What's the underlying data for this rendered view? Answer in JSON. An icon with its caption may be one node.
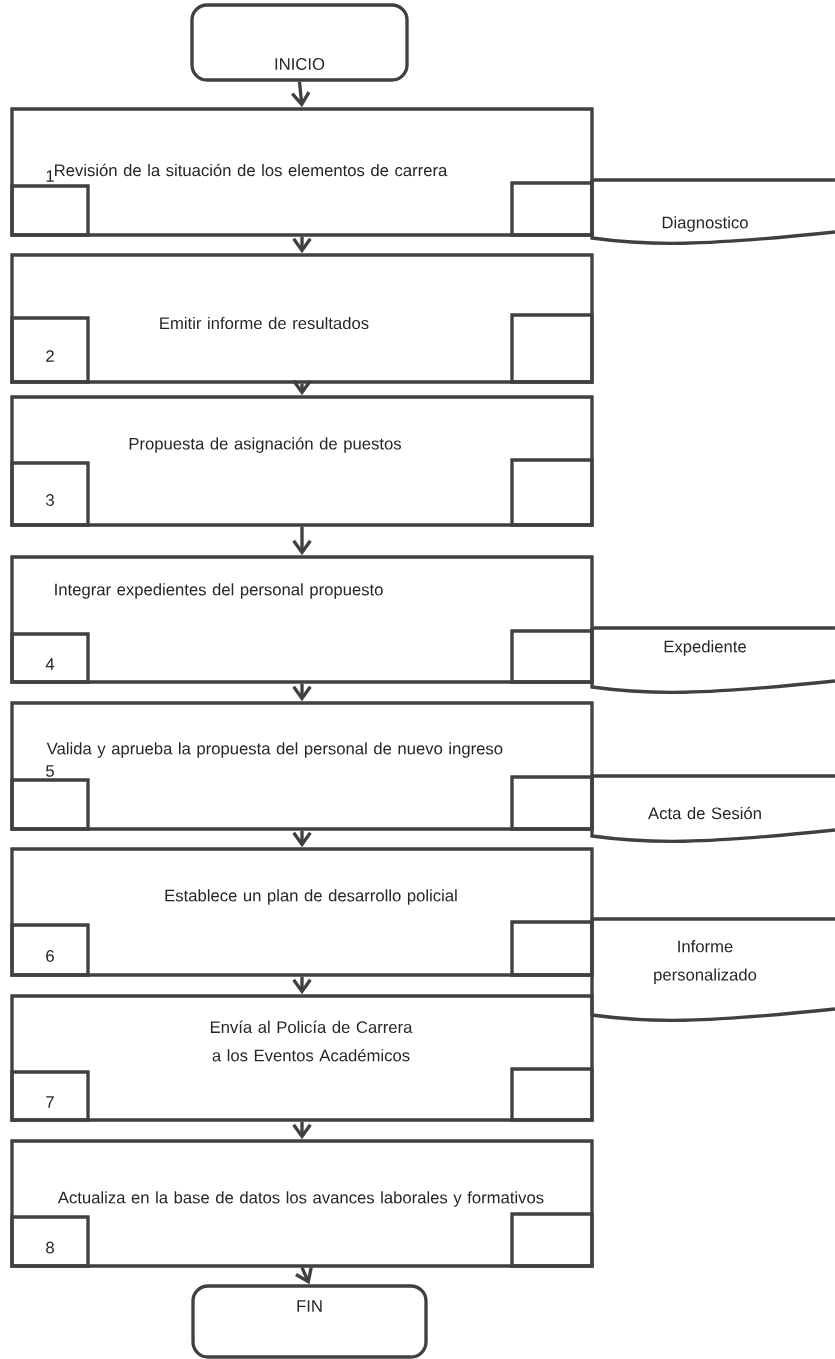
{
  "diagram": {
    "nodes": [
      {
        "text": [
          "INICIO"
        ]
      },
      {
        "text": [
          "Revisión de la situación de los elementos de carrera"
        ]
      },
      {
        "text": [
          "1"
        ],
        "in": 1
      },
      {
        "text": [],
        "shape": "box",
        "in": 1
      },
      {
        "text": [
          "Diagnostico"
        ]
      },
      {
        "text": [
          "Emitir informe de resultados"
        ]
      },
      {
        "text": [
          "2"
        ],
        "in": 5
      },
      {
        "text": [],
        "shape": "box",
        "in": 5
      },
      {
        "text": [
          "Propuesta de asignación de puestos"
        ]
      },
      {
        "text": [
          "3"
        ],
        "in": 8
      },
      {
        "text": [],
        "shape": "box",
        "in": 8
      },
      {
        "text": [
          "Integrar expedientes del personal propuesto"
        ]
      },
      {
        "text": [
          "4"
        ],
        "in": 11
      },
      {
        "text": [],
        "shape": "box",
        "in": 11
      },
      {
        "text": [
          "Expediente"
        ]
      },
      {
        "text": [
          "Valida y aprueba la propuesta del personal de nuevo ingreso"
        ]
      },
      {
        "text": [
          "5"
        ],
        "in": 15
      },
      {
        "text": [],
        "shape": "box",
        "in": 15
      },
      {
        "text": [
          "Acta de Sesión"
        ]
      },
      {
        "text": [
          "Establece un plan de desarrollo policial"
        ]
      },
      {
        "text": [
          "6"
        ],
        "in": 19
      },
      {
        "text": [],
        "shape": "box",
        "in": 19
      },
      {
        "text": [
          "Informe personalizado"
        ]
      },
      {
        "text": [
          "Envía al Policía de Carrera a los Eventos Académicos"
        ]
      },
      {
        "text": [
          "7"
        ],
        "in": 23
      },
      {
        "text": [],
        "shape": "box",
        "in": 23
      },
      {
        "text": [
          "Actualiza en la base de datos los avances laborales y formativos"
        ]
      },
      {
        "text": [
          "8"
        ],
        "in": 26
      },
      {
        "text": [],
        "shape": "box",
        "in": 26
      },
      {
        "text": [
          "FIN"
        ]
      }
    ],
    "edges": [
      {
        "from": 0,
        "to": 1,
        "arrow": "to"
      },
      {
        "from": 1,
        "to": 5,
        "arrow": "to"
      },
      {
        "from": 5,
        "to": 8,
        "arrow": "to"
      },
      {
        "from": 8,
        "to": 11,
        "arrow": "to"
      },
      {
        "from": 11,
        "to": 15,
        "arrow": "to"
      },
      {
        "from": 15,
        "to": 19,
        "arrow": "to"
      },
      {
        "from": 19,
        "to": 23,
        "arrow": "to"
      },
      {
        "from": 23,
        "to": 26,
        "arrow": "to"
      },
      {
        "from": 26,
        "to": 29,
        "arrow": "to"
      }
    ]
  }
}
